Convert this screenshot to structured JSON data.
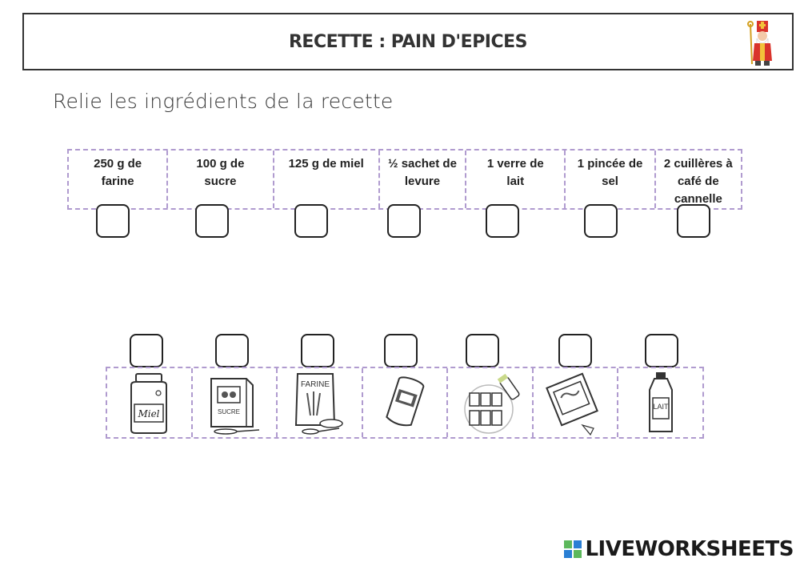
{
  "header": {
    "title": "RECETTE : PAIN D'EPICES"
  },
  "instruction": "Relie les ingrédients de la recette",
  "labels": [
    "250 g de farine",
    "100 g de sucre",
    "125 g de miel",
    "½ sachet de levure",
    "1 verre de lait",
    "1 pincée de sel",
    "2 cuillères à café de cannelle"
  ],
  "images": [
    {
      "icon": "honey-jar-icon",
      "text": "Miel"
    },
    {
      "icon": "sugar-box-icon",
      "text": "SUCRE"
    },
    {
      "icon": "flour-bag-icon",
      "text": "FARINE"
    },
    {
      "icon": "yeast-can-icon",
      "text": ""
    },
    {
      "icon": "cinnamon-jars-icon",
      "text": ""
    },
    {
      "icon": "salt-packet-icon",
      "text": ""
    },
    {
      "icon": "milk-bottle-icon",
      "text": "LAIT"
    }
  ],
  "footer": {
    "brand": "LIVEWORKSHEETS"
  },
  "colors": {
    "dashed_border": "#b09bcf",
    "brand_green": "#5cb85c",
    "brand_blue": "#2a7fd4"
  }
}
